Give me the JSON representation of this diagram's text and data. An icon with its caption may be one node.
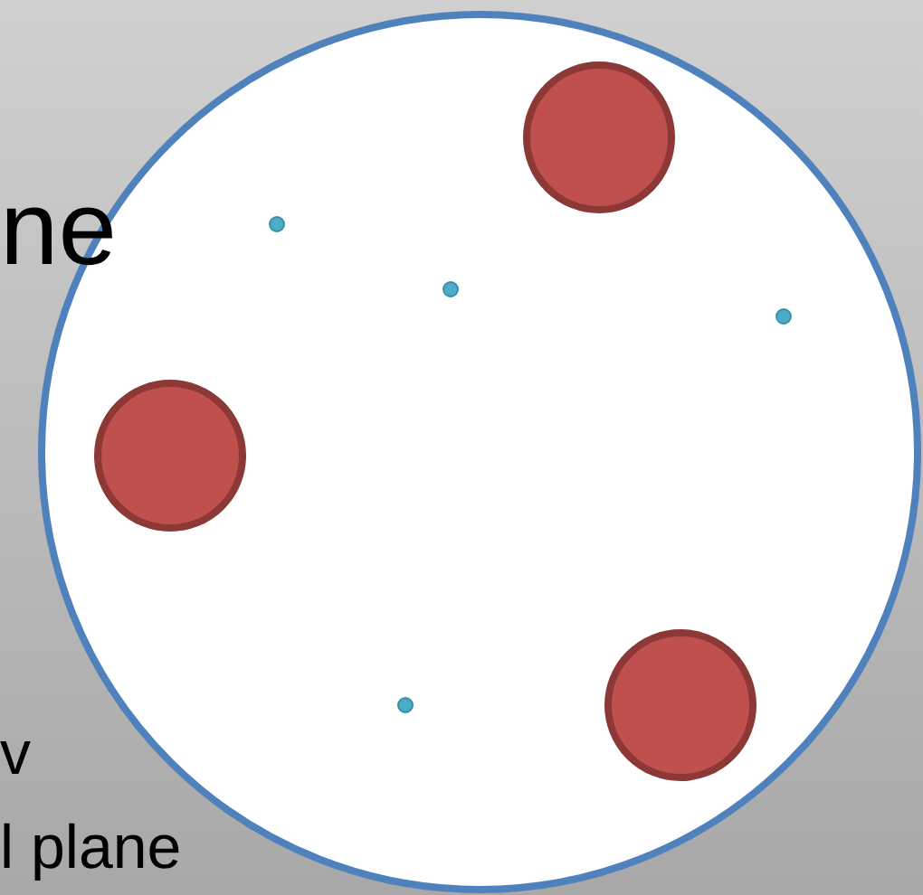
{
  "diagram": {
    "labels": [
      "ne",
      "v",
      "l plane"
    ]
  }
}
